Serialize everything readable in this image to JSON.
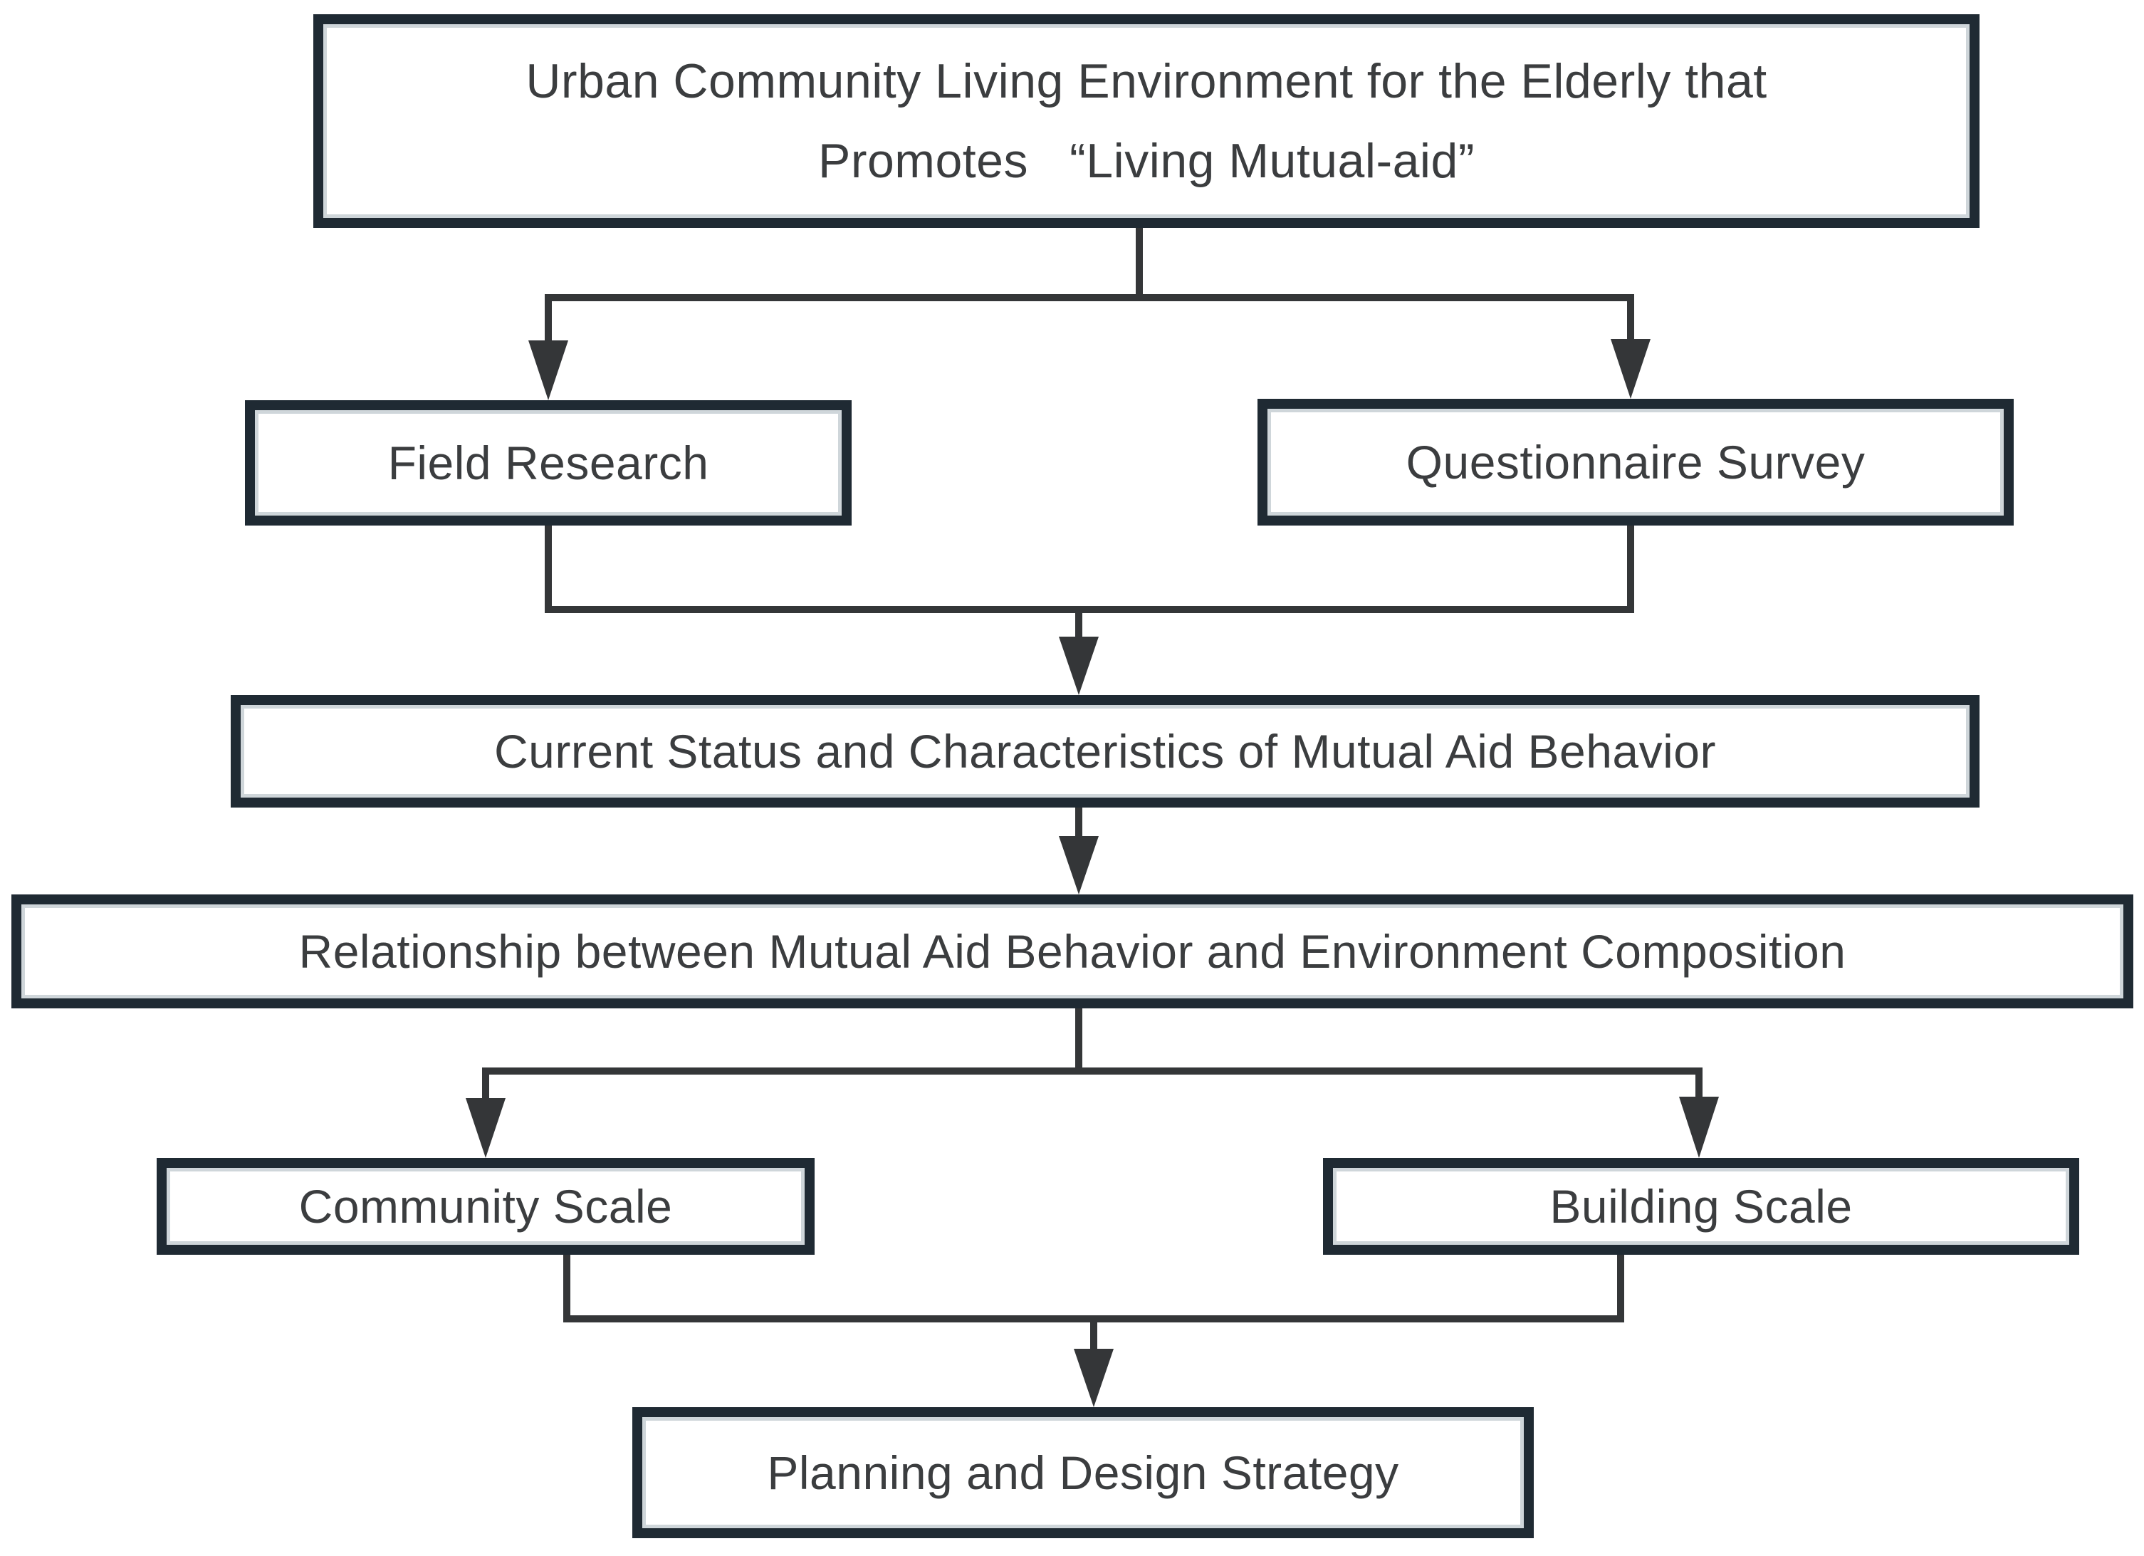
{
  "diagram": {
    "type": "flowchart",
    "title_node": "root",
    "nodes": {
      "root": {
        "label": "Urban Community Living Environment for the Elderly that\nPromotes   “Living Mutual-aid”"
      },
      "field_research": {
        "label": "Field Research"
      },
      "questionnaire_survey": {
        "label": "Questionnaire Survey"
      },
      "current_status": {
        "label": "Current Status and Characteristics of Mutual Aid Behavior"
      },
      "relationship": {
        "label": "Relationship between Mutual Aid Behavior and Environment Composition"
      },
      "community_scale": {
        "label": "Community Scale"
      },
      "building_scale": {
        "label": "Building Scale"
      },
      "planning_strategy": {
        "label": "Planning and Design Strategy"
      }
    },
    "edges": [
      {
        "from": "root",
        "to": "field_research"
      },
      {
        "from": "root",
        "to": "questionnaire_survey"
      },
      {
        "from": "field_research",
        "to": "current_status"
      },
      {
        "from": "questionnaire_survey",
        "to": "current_status"
      },
      {
        "from": "current_status",
        "to": "relationship"
      },
      {
        "from": "relationship",
        "to": "community_scale"
      },
      {
        "from": "relationship",
        "to": "building_scale"
      },
      {
        "from": "community_scale",
        "to": "planning_strategy"
      },
      {
        "from": "building_scale",
        "to": "planning_strategy"
      }
    ]
  },
  "colors": {
    "box_border": "#1f2a33",
    "box_fill": "#ffffff",
    "inner_edge": "#cfd6da",
    "connector": "#343638",
    "text_color": "#3b3d3f",
    "background": "#ffffff"
  }
}
